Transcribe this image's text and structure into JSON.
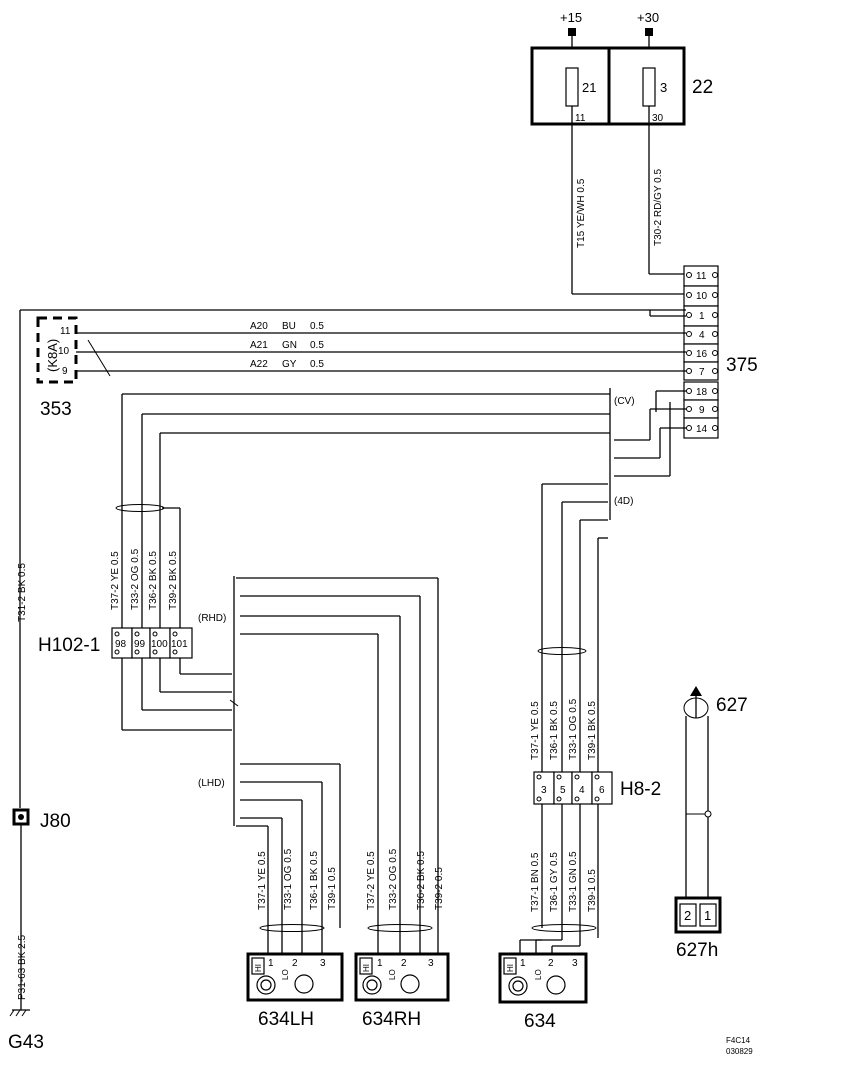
{
  "supply": {
    "plus15": "+15",
    "plus30": "+30"
  },
  "fuse_box": {
    "label": "22",
    "fuse_a": "21",
    "fuse_a_pin": "11",
    "fuse_b": "3",
    "fuse_b_pin": "30"
  },
  "wires_top": {
    "t15": "T15  YE/WH  0.5",
    "t30": "T30-2  RD/GY  0.5"
  },
  "connector_375": {
    "label": "375",
    "pins": [
      "11",
      "10",
      "1",
      "4",
      "16",
      "7",
      "18",
      "9",
      "14"
    ]
  },
  "module_353": {
    "label": "353",
    "code": "(K8A)",
    "pins": [
      "11",
      "10",
      "9"
    ]
  },
  "bus_wires": [
    {
      "name": "A20",
      "color": "BU",
      "size": "0.5"
    },
    {
      "name": "A21",
      "color": "GN",
      "size": "0.5"
    },
    {
      "name": "A22",
      "color": "GY",
      "size": "0.5"
    }
  ],
  "variants": {
    "cv": "(CV)",
    "d4": "(4D)",
    "rhd": "(RHD)",
    "lhd": "(LHD)"
  },
  "ground_wire": {
    "top": "T31-2  BK  0.5",
    "bottom": "P31-63  BK  2.5"
  },
  "splice": {
    "label": "J80"
  },
  "ground": {
    "label": "G43"
  },
  "h102": {
    "label": "H102-1",
    "pins": [
      "98",
      "99",
      "100",
      "101"
    ],
    "wires": [
      "T37-2  YE  0.5",
      "T33-2  OG  0.5",
      "T36-2  BK  0.5",
      "T39-2  BK  0.5"
    ]
  },
  "h8": {
    "label": "H8-2",
    "pins": [
      "3",
      "5",
      "4",
      "6"
    ],
    "wires_upper": [
      "T37-1  YE  0.5",
      "T36-1  BK  0.5",
      "T33-1  OG  0.5",
      "T39-1  BK  0.5"
    ],
    "wires_lower": [
      "T37-1  BN  0.5",
      "T36-1  GY  0.5",
      "T33-1  GN  0.5",
      "T39-1  0.5"
    ]
  },
  "lamp_lh": {
    "label": "634LH",
    "wires": [
      "T37-1  YE  0.5",
      "T33-1  OG  0.5",
      "T36-1  BK  0.5",
      "T39-1  0.5"
    ],
    "hi": "HI",
    "lo": "LO",
    "pins": [
      "1",
      "2",
      "3"
    ]
  },
  "lamp_rh": {
    "label": "634RH",
    "wires": [
      "T37-2  YE  0.5",
      "T33-2  OG  0.5",
      "T36-2  BK  0.5",
      "T39-2  0.5"
    ],
    "hi": "HI",
    "lo": "LO",
    "pins": [
      "1",
      "2",
      "3"
    ]
  },
  "lamp_634": {
    "label": "634",
    "hi": "HI",
    "lo": "LO",
    "pins": [
      "1",
      "2",
      "3"
    ]
  },
  "ant_627": {
    "label": "627"
  },
  "conn_627h": {
    "label": "627h",
    "pins": [
      "2",
      "1"
    ]
  },
  "footer": {
    "code1": "F4C14",
    "code2": "030829"
  }
}
